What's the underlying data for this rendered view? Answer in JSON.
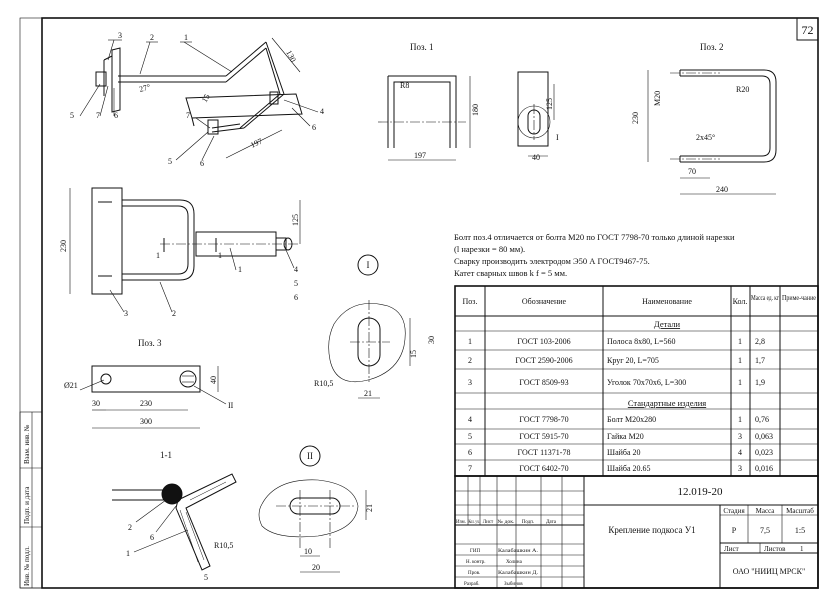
{
  "sheet_number": "72",
  "views": {
    "poz1_title": "Поз. 1",
    "poz2_title": "Поз. 2",
    "poz3_title": "Поз. 3",
    "section_title": "1-1",
    "detail_I": "I",
    "detail_II": "II"
  },
  "dims": {
    "d130": "130",
    "d27": "27°",
    "d15": "15",
    "d197": "197",
    "p1_r8": "R8",
    "p1_180": "180",
    "p1_197": "197",
    "p1_125": "125",
    "p1_40": "40",
    "p1_I": "I",
    "p2_m20": "M20",
    "p2_r20": "R20",
    "p2_230": "230",
    "p2_2x45": "2х45°",
    "p2_70": "70",
    "p2_240": "240",
    "m_230": "230",
    "m_125": "125",
    "m_1a": "1",
    "m_1b": "1",
    "p3_phi21": "Ø21",
    "p3_30": "30",
    "p3_230": "230",
    "p3_300": "300",
    "p3_40": "40",
    "p3_II": "II",
    "dI_30": "30",
    "dI_15": "15",
    "dI_r105": "R10,5",
    "dI_21": "21",
    "dII_21": "21",
    "dII_r105": "R10,5",
    "dII_10": "10",
    "dII_20": "20",
    "dII_5": "5"
  },
  "callouts": {
    "tl": [
      "3",
      "2",
      "1",
      "5",
      "7",
      "6",
      "7",
      "5",
      "6",
      "4",
      "6"
    ],
    "main": [
      "1",
      "3",
      "2",
      "4",
      "5",
      "6"
    ],
    "sec": [
      "2",
      "6",
      "1"
    ]
  },
  "notes": {
    "line1": "Болт поз.4 отличается от болта М20 по ГОСТ 7798-70 только длиной нарезки",
    "line2": "(l нарезки = 80 мм).",
    "line3": "Сварку производить электродом Э50 А ГОСТ9467-75.",
    "line4": "Катет сварных швов k f = 5 мм."
  },
  "spec": {
    "headers": {
      "poz": "Поз.",
      "oboz": "Обозначение",
      "name": "Наименование",
      "qty": "Кол.",
      "mass": "Масса ед. кг",
      "note": "Приме-чание"
    },
    "section_details": "Детали",
    "section_std": "Стандартные изделия",
    "rows": [
      {
        "poz": "1",
        "oboz": "ГОСТ 103-2006",
        "name": "Полоса 8х80, L=560",
        "qty": "1",
        "mass": "2,8"
      },
      {
        "poz": "2",
        "oboz": "ГОСТ 2590-2006",
        "name": "Круг 20, L=705",
        "qty": "1",
        "mass": "1,7"
      },
      {
        "poz": "3",
        "oboz": "ГОСТ 8509-93",
        "name": "Уголок 70х70х6, L=300",
        "qty": "1",
        "mass": "1,9"
      },
      {
        "poz": "4",
        "oboz": "ГОСТ 7798-70",
        "name": "Болт М20х280",
        "qty": "1",
        "mass": "0,76"
      },
      {
        "poz": "5",
        "oboz": "ГОСТ 5915-70",
        "name": "Гайка М20",
        "qty": "3",
        "mass": "0,063"
      },
      {
        "poz": "6",
        "oboz": "ГОСТ 11371-78",
        "name": "Шайба 20",
        "qty": "4",
        "mass": "0,023"
      },
      {
        "poz": "7",
        "oboz": "ГОСТ 6402-70",
        "name": "Шайба 20.65",
        "qty": "3",
        "mass": "0,016"
      }
    ]
  },
  "title_block": {
    "doc_number": "12.019-20",
    "title": "Крепление подкоса У1",
    "stage_label": "Стадия",
    "mass_label": "Масса",
    "scale_label": "Масштаб",
    "stage": "Р",
    "mass": "7,5",
    "scale": "1:5",
    "sheet_label": "Лист",
    "sheets_label": "Листов",
    "sheets": "1",
    "org": "ОАО \"НИИЦ МРСК\"",
    "change_cols": [
      "Изм.",
      "Кол. уч.",
      "Лист",
      "№ док.",
      "Подп.",
      "Дата"
    ],
    "people": [
      {
        "role": "ГИП",
        "name": "Калабашкин А."
      },
      {
        "role": "Н. контр.",
        "name": "Холина"
      },
      {
        "role": "Пров.",
        "name": "Калабашкин Д."
      },
      {
        "role": "Разраб.",
        "name": "Зыбинов"
      }
    ]
  },
  "side_stamp": [
    "Инв. № подл.",
    "Подп. и дата",
    "Взам. инв. №"
  ]
}
